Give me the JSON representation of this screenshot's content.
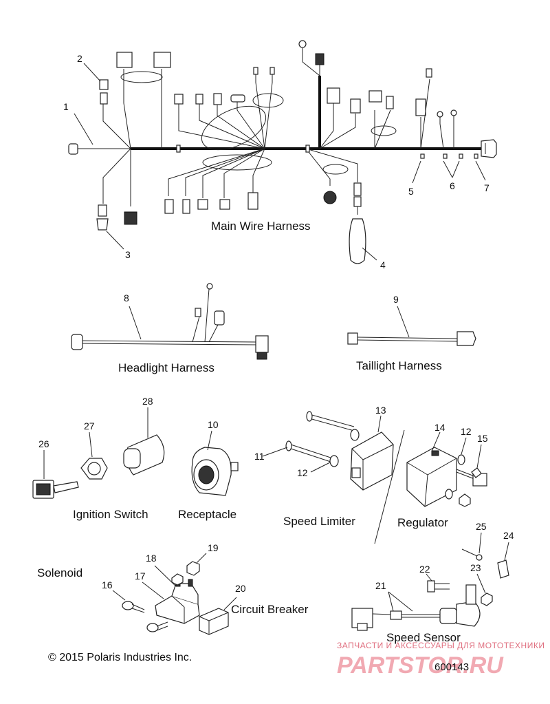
{
  "callouts": {
    "n1": "1",
    "n2": "2",
    "n3": "3",
    "n4": "4",
    "n5": "5",
    "n6": "6",
    "n7": "7",
    "n8": "8",
    "n9": "9",
    "n10": "10",
    "n11": "11",
    "n12a": "12",
    "n12b": "12",
    "n13": "13",
    "n14": "14",
    "n15": "15",
    "n16": "16",
    "n17": "17",
    "n18": "18",
    "n19": "19",
    "n20": "20",
    "n21": "21",
    "n22": "22",
    "n23": "23",
    "n24": "24",
    "n25": "25",
    "n26": "26",
    "n27": "27",
    "n28": "28"
  },
  "captions": {
    "main_wire_harness": "Main Wire Harness",
    "headlight_harness": "Headlight Harness",
    "taillight_harness": "Taillight Harness",
    "ignition_switch": "Ignition Switch",
    "receptacle": "Receptacle",
    "speed_limiter": "Speed Limiter",
    "regulator": "Regulator",
    "solenoid": "Solenoid",
    "circuit_breaker": "Circuit Breaker",
    "speed_sensor": "Speed Sensor"
  },
  "footer": {
    "copyright": "© 2015 Polaris Industries Inc.",
    "diagram_number": "600143"
  },
  "watermark": {
    "tagline": "ЗАПЧАСТИ И АКСЕССУАРЫ ДЛЯ МОТОТЕХНИКИ",
    "brand": "PARTSTOR.RU"
  },
  "colors": {
    "line": "#222222",
    "background": "#ffffff",
    "watermark": "#e07080"
  }
}
